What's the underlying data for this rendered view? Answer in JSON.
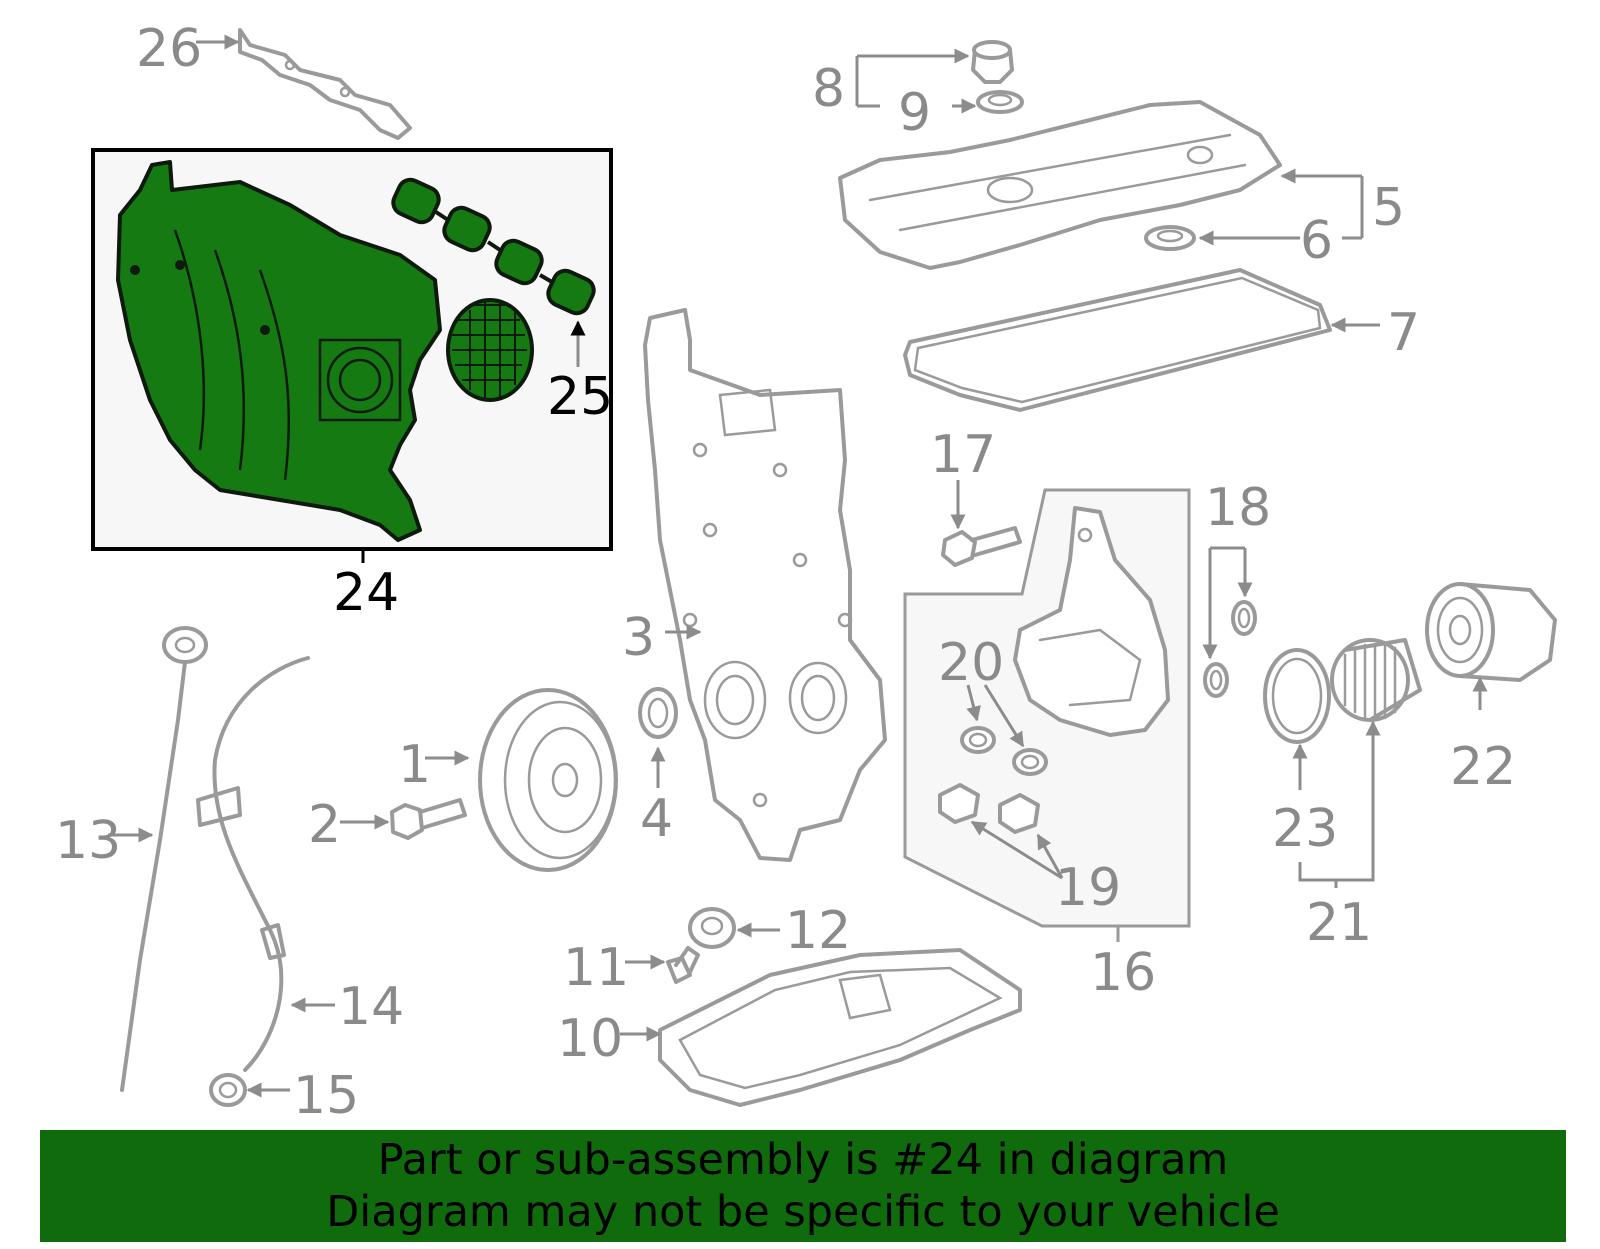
{
  "diagram": {
    "callouts": {
      "c1": "1",
      "c2": "2",
      "c3": "3",
      "c4": "4",
      "c5": "5",
      "c6": "6",
      "c7": "7",
      "c8": "8",
      "c9": "9",
      "c10": "10",
      "c11": "11",
      "c12": "12",
      "c13": "13",
      "c14": "14",
      "c15": "15",
      "c16": "16",
      "c17": "17",
      "c18": "18",
      "c19": "19",
      "c20": "20",
      "c21": "21",
      "c22": "22",
      "c23": "23",
      "c24": "24",
      "c25": "25",
      "c26": "26"
    },
    "highlighted_callout": "24",
    "colors": {
      "highlight_fill": "#157a12",
      "part_stroke": "#9a9a9a",
      "label_gray": "#8a8a8a",
      "banner_bg": "#0f6b0c",
      "highlight_box_bg": "#f7f7f7"
    }
  },
  "banner": {
    "line1": "Part or sub-assembly is #24 in diagram",
    "line2": "Diagram may not be specific to your vehicle"
  }
}
